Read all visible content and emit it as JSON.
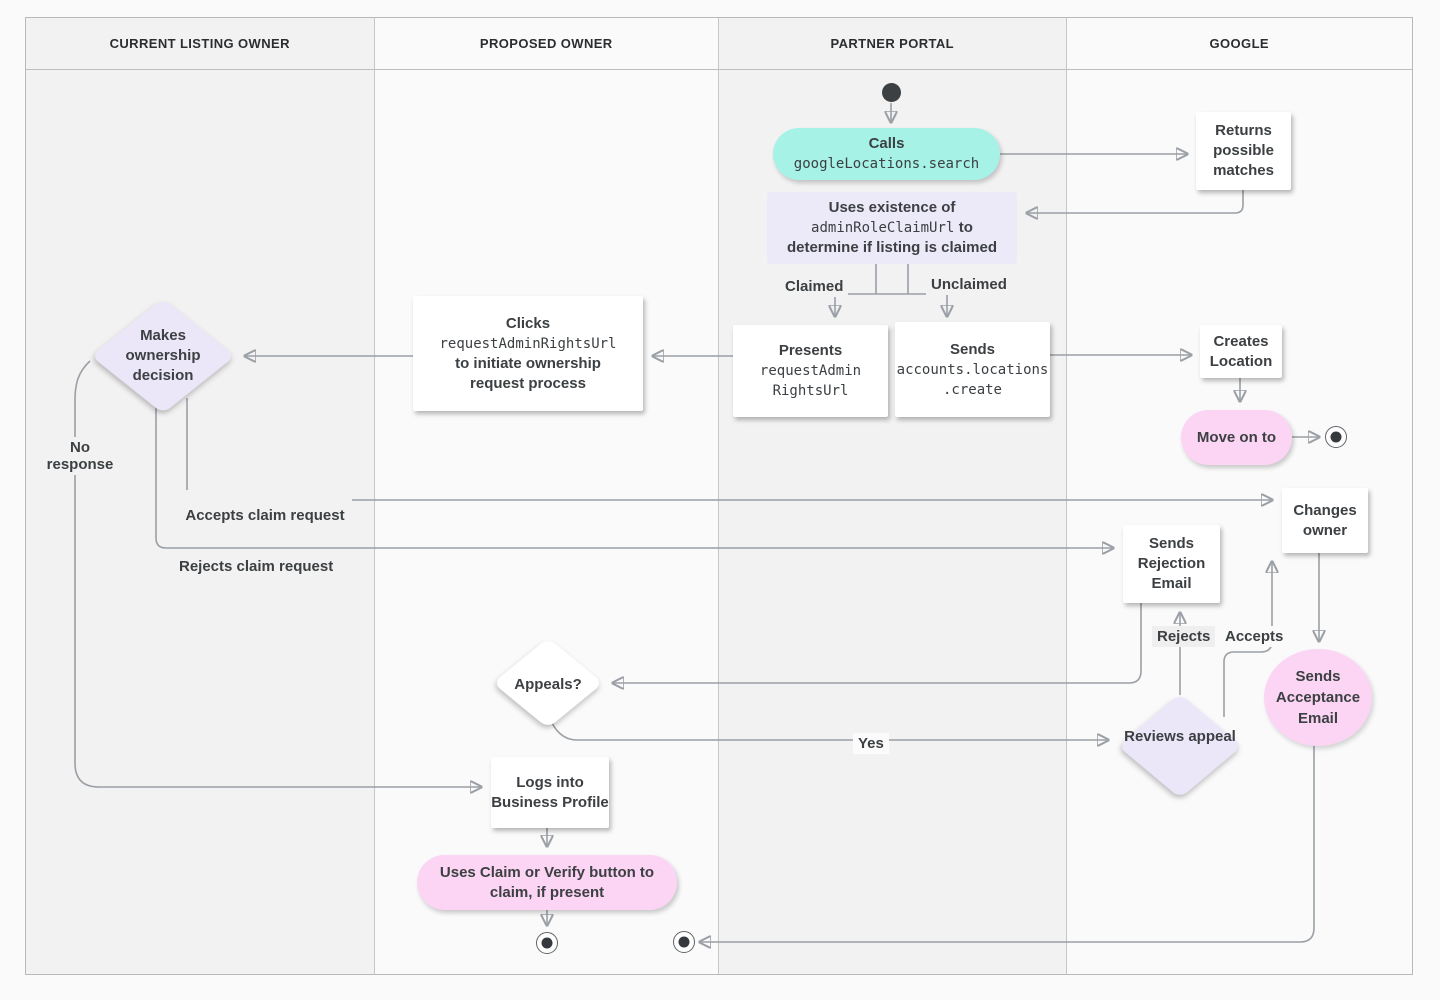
{
  "lanes": [
    {
      "label": "CURRENT LISTING OWNER"
    },
    {
      "label": "PROPOSED OWNER"
    },
    {
      "label": "PARTNER PORTAL"
    },
    {
      "label": "GOOGLE"
    }
  ],
  "nodes": {
    "calls": {
      "title": "Calls",
      "code": "googleLocations.search"
    },
    "returns_matches": {
      "text": "Returns possible matches"
    },
    "uses_existence": {
      "line1": "Uses existence of",
      "code": "adminRoleClaimUrl",
      "line2_suffix": "to",
      "line3": "determine if listing is claimed"
    },
    "presents": {
      "title": "Presents",
      "code_line1": "requestAdmin",
      "code_line2": "RightsUrl"
    },
    "sends_create": {
      "title": "Sends",
      "code_line1": "accounts.locations",
      "code_line2": ".create"
    },
    "clicks": {
      "title": "Clicks",
      "code": "requestAdminRightsUrl",
      "line3": "to initiate ownership",
      "line4": "request process"
    },
    "makes_decision": {
      "text": "Makes ownership decision"
    },
    "creates_location": {
      "text": "Creates Location"
    },
    "move_on": {
      "text": "Move on to"
    },
    "changes_owner": {
      "text": "Changes owner"
    },
    "sends_rejection": {
      "text": "Sends Rejection Email"
    },
    "sends_acceptance": {
      "text": "Sends Acceptance Email"
    },
    "reviews_appeal": {
      "text": "Reviews appeal"
    },
    "appeals": {
      "text": "Appeals?"
    },
    "logs_in": {
      "text": "Logs into Business Profile"
    },
    "claim_verify": {
      "text": "Uses Claim or Verify button to claim, if present"
    }
  },
  "edge_labels": {
    "claimed": "Claimed",
    "unclaimed": "Unclaimed",
    "accepts_claim": "Accepts claim request",
    "rejects_claim": "Rejects claim request",
    "no_response": "No response",
    "yes": "Yes",
    "rejects": "Rejects",
    "accepts": "Accepts"
  },
  "colors": {
    "aqua_node": "#a6f2e7",
    "lavender_node": "#ebe6f8",
    "pink_node": "#fbd5f3",
    "white_node": "#ffffff",
    "line": "#9aa0a6",
    "arrowhead": "#7b828a",
    "text": "#3c4043",
    "lane_dark": "#f2f2f2",
    "lane_light": "#fafafa"
  }
}
